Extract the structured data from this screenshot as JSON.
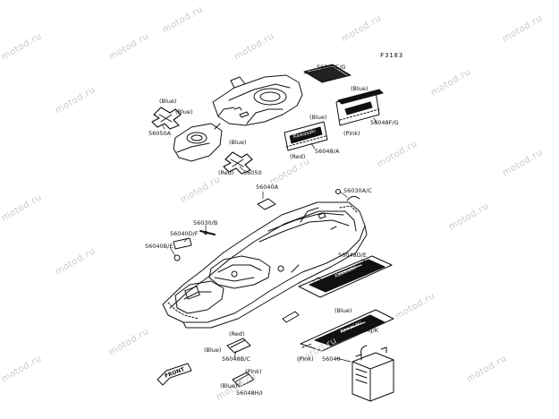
{
  "figure_code": "F3183",
  "watermark": "motod.ru",
  "labels": {
    "p56040CG": "56040C/G",
    "p56048FG": "56048F/G",
    "p56048A": "56048/A",
    "p56050A": "56050A",
    "p56050": "56050",
    "p56040A": "56040A",
    "p56030AC": "56030A/C",
    "p56030B": "56030/B",
    "p56040DF": "56040D/F",
    "p56040BE": "56040B/E",
    "p56048DE": "56048D/E",
    "p56048JK": "56048J/K",
    "p56040": "56040",
    "p56048BC": "56048B/C",
    "p56048HI": "56048H/I"
  },
  "colors_text": {
    "blue": "(Blue)",
    "red": "(Red)",
    "pink": "(Pink)"
  },
  "decal_text": "Kawasaki",
  "front_label": "FRONT"
}
